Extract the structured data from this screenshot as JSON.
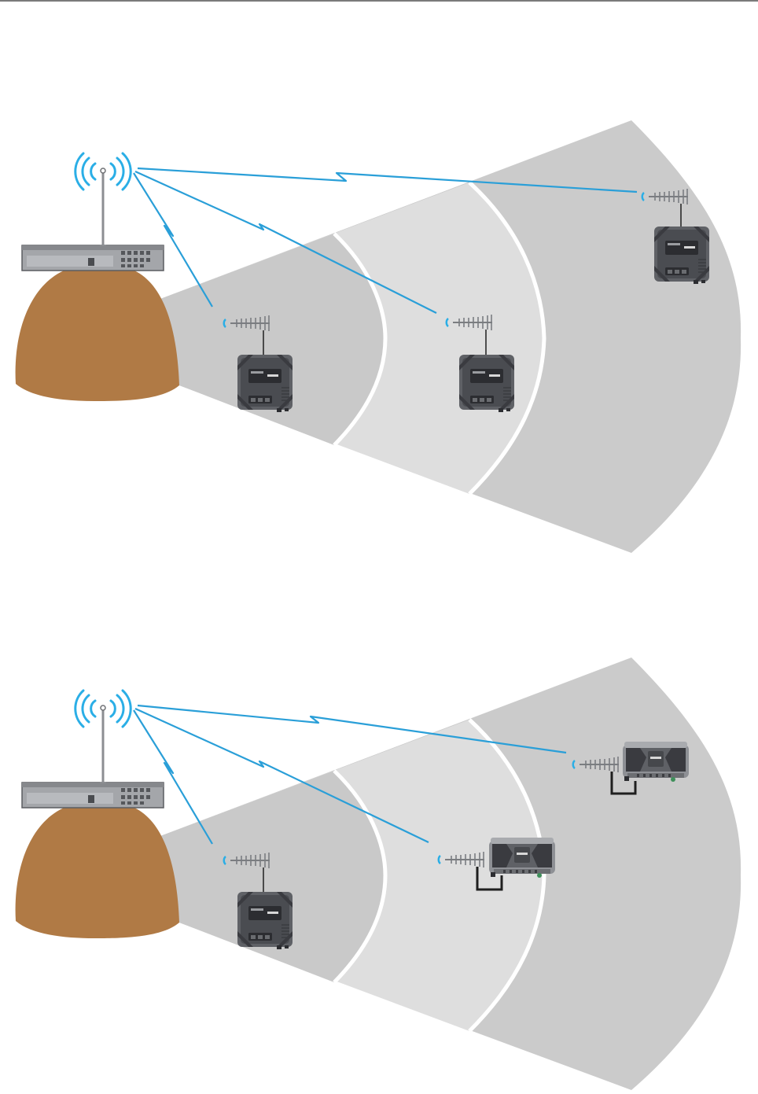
{
  "colors": {
    "page_background": "#ffffff",
    "top_rule": "#7a7a7a",
    "zone_near": "#c9c9c9",
    "zone_middle": "#dedede",
    "zone_far": "#cbcbcb",
    "zone_separator": "#ffffff",
    "radio_link": "#2a9fd8",
    "signal_waves": "#2aaee6",
    "base_station_support": "#b07a45",
    "rack_panel": "#9a9ca0",
    "rack_outline": "#5b5d61",
    "device_body": "#5f6166",
    "device_face": "#494b50",
    "device_dark": "#2c2d31",
    "antenna": "#8c8e92",
    "cable": "#1f1f1f",
    "green_connector": "#3e8f5a"
  },
  "diagrams": [
    {
      "name": "upper-diagram",
      "zones": [
        "near",
        "middle",
        "far"
      ],
      "devices": [
        {
          "name": "near-device",
          "model": "vertical-unit",
          "zone": "near"
        },
        {
          "name": "middle-device",
          "model": "vertical-unit",
          "zone": "middle"
        },
        {
          "name": "far-device",
          "model": "vertical-unit",
          "zone": "far"
        }
      ],
      "links": [
        "near-device",
        "middle-device",
        "far-device"
      ]
    },
    {
      "name": "lower-diagram",
      "zones": [
        "near",
        "middle",
        "far"
      ],
      "devices": [
        {
          "name": "near-device",
          "model": "vertical-unit",
          "zone": "near"
        },
        {
          "name": "middle-device",
          "model": "horizontal-unit",
          "zone": "middle"
        },
        {
          "name": "far-device",
          "model": "horizontal-unit",
          "zone": "far"
        }
      ],
      "links": [
        "near-device",
        "middle-device",
        "far-device"
      ]
    }
  ],
  "icons": {
    "base_station": "radio-tower-icon",
    "signal": "signal-waves-icon",
    "link": "lightning-link-icon",
    "device_antenna": "yagi-antenna-icon"
  }
}
